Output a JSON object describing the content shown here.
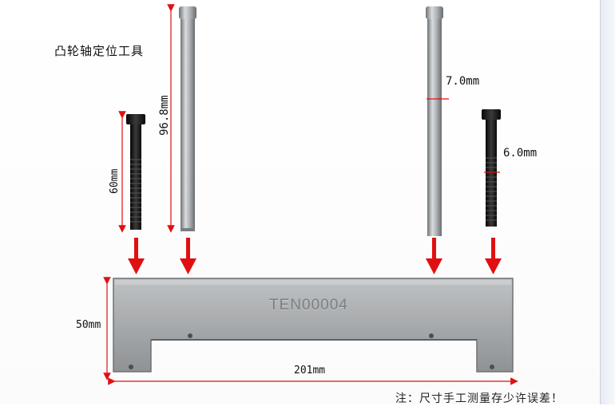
{
  "title": "凸轮轴定位工具",
  "note": "注：尺寸手工测量存少许误差！",
  "dimensions": {
    "bolt_length": "60mm",
    "pin_length": "96.8mm",
    "pin_diameter": "7.0mm",
    "bolt_diameter": "6.0mm",
    "plate_height": "50mm",
    "plate_width": "201mm"
  },
  "plate_engraving": "TEN00004",
  "colors": {
    "arrow": "#e01010",
    "steel": "#a6a9ab",
    "bolt": "#1a1a1a"
  }
}
